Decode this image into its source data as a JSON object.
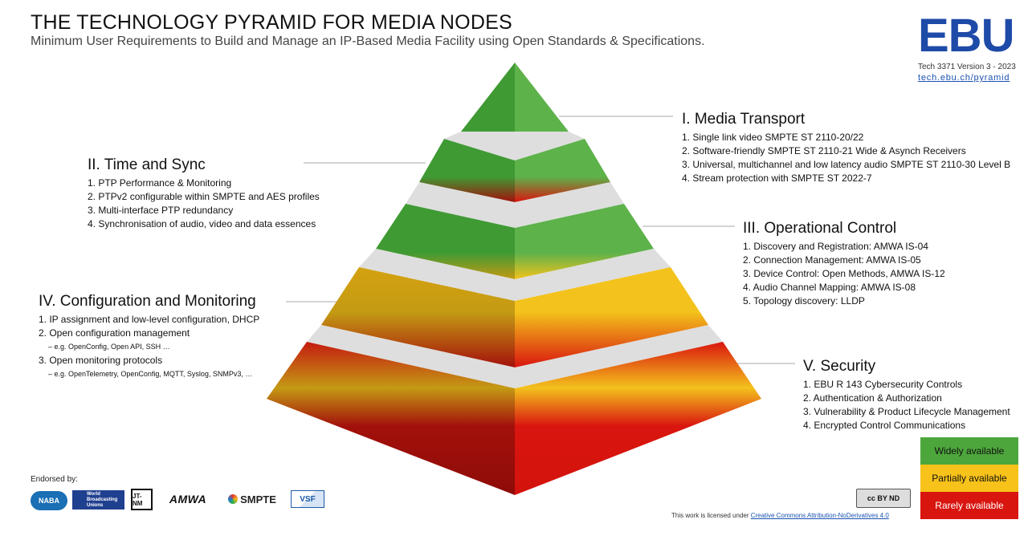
{
  "header": {
    "title": "THE TECHNOLOGY PYRAMID FOR MEDIA NODES",
    "subtitle": "Minimum User Requirements to Build and Manage an IP-Based Media Facility using Open Standards & Specifications.",
    "logo": "EBU",
    "tech_version": "Tech 3371 Version 3 - 2023",
    "url": "tech.ebu.ch/pyramid"
  },
  "sections": {
    "media_transport": {
      "heading": "I. Media Transport",
      "items": [
        "1. Single link video SMPTE ST 2110-20/22",
        "2. Software-friendly SMPTE ST 2110-21 Wide & Asynch Receivers",
        "3. Universal, multichannel and low latency audio SMPTE ST 2110-30 Level B",
        "4. Stream protection with SMPTE ST 2022-7"
      ]
    },
    "time_sync": {
      "heading": "II. Time and Sync",
      "items": [
        "1. PTP Performance & Monitoring",
        "2. PTPv2 configurable within SMPTE and AES profiles",
        "3. Multi-interface PTP redundancy",
        "4. Synchronisation of audio, video and data essences"
      ]
    },
    "operational_control": {
      "heading": "III. Operational Control",
      "items": [
        "1. Discovery and Registration: AMWA IS-04",
        "2. Connection Management: AMWA IS-05",
        "3. Device Control: Open Methods, AMWA IS-12",
        "4. Audio Channel Mapping: AMWA IS-08",
        "5. Topology discovery: LLDP"
      ]
    },
    "config_monitoring": {
      "heading": "IV. Configuration and Monitoring",
      "items": [
        "1. IP assignment and low-level configuration, DHCP",
        "2. Open configuration management",
        "– e.g. OpenConfig, Open API, SSH …",
        "3. Open monitoring protocols",
        "– e.g. OpenTelemetry, OpenConfig, MQTT, Syslog, SNMPv3, …"
      ]
    },
    "security": {
      "heading": "V. Security",
      "items": [
        "1. EBU R 143 Cybersecurity Controls",
        "2. Authentication & Authorization",
        "3. Vulnerability & Product Lifecycle Management",
        "4. Encrypted Control Communications"
      ]
    }
  },
  "legend": [
    {
      "label": "Widely available",
      "color": "#4da63c"
    },
    {
      "label": "Partially available",
      "color": "#f7c21a"
    },
    {
      "label": "Rarely available",
      "color": "#d9150f"
    }
  ],
  "footer": {
    "endorsed_by": "Endorsed by:",
    "endorsers": [
      "NABA",
      "World Broadcasting Unions",
      "JT-NM",
      "AMWA",
      "SMPTE",
      "VSF"
    ],
    "license_text": "This work is licensed under ",
    "license_link": "Creative Commons Attribution-NoDerivatives 4.0",
    "cc_badge": "cc BY ND"
  },
  "colors": {
    "green": "#3f9a34",
    "green_light": "#5db24a",
    "yellow": "#f3c21c",
    "yellow_dark": "#d4a210",
    "red": "#d9150f",
    "red_dark": "#a3100b",
    "band": "#dedede",
    "ebu_blue": "#1e4aa8"
  }
}
